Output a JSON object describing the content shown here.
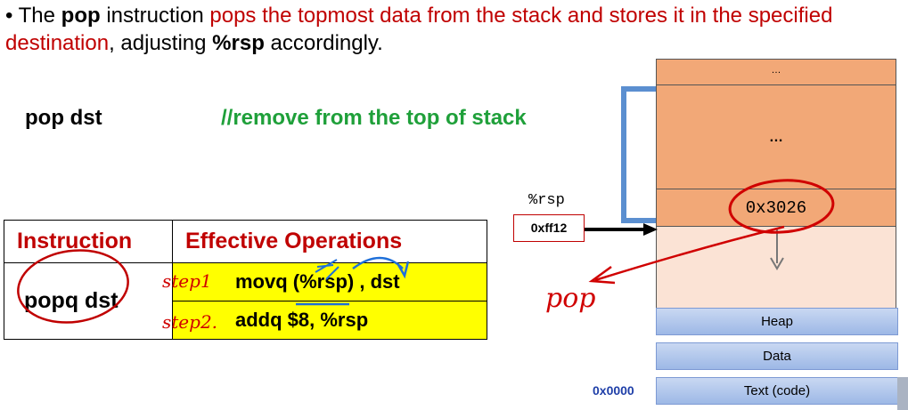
{
  "bullet": {
    "marker": "•",
    "part1": "The ",
    "keyword": "pop",
    "part2": " instruction ",
    "red_text": "pops the topmost data from the stack and stores it in the specified destination",
    "part3": ", adjusting ",
    "register": "%rsp",
    "part4": " accordingly."
  },
  "syntax": {
    "code": "pop dst",
    "comment": "//remove from the top of stack"
  },
  "table": {
    "headers": [
      "Instruction",
      "Effective Operations"
    ],
    "instruction": "popq dst",
    "operations": [
      "movq (%rsp) , dst",
      "addq $8, %rsp"
    ]
  },
  "annotations": {
    "step1": "step1",
    "step2": "step2.",
    "pop_note": "pop"
  },
  "stack": {
    "top_label": "…",
    "middle_label": "…",
    "value": "0x3026"
  },
  "register": {
    "label": "%rsp",
    "value": "0xff12"
  },
  "memory_blocks": [
    "Heap",
    "Data",
    "Text (code)"
  ],
  "bottom_address": "0x0000",
  "colors": {
    "red": "#c00000",
    "green": "#1fa03a",
    "yellow": "#ffff00",
    "stack_orange": "#f2a877",
    "stack_light": "#fbe3d5",
    "address_blue": "#1f3fa8",
    "bracket_blue": "#5b8fd0"
  }
}
